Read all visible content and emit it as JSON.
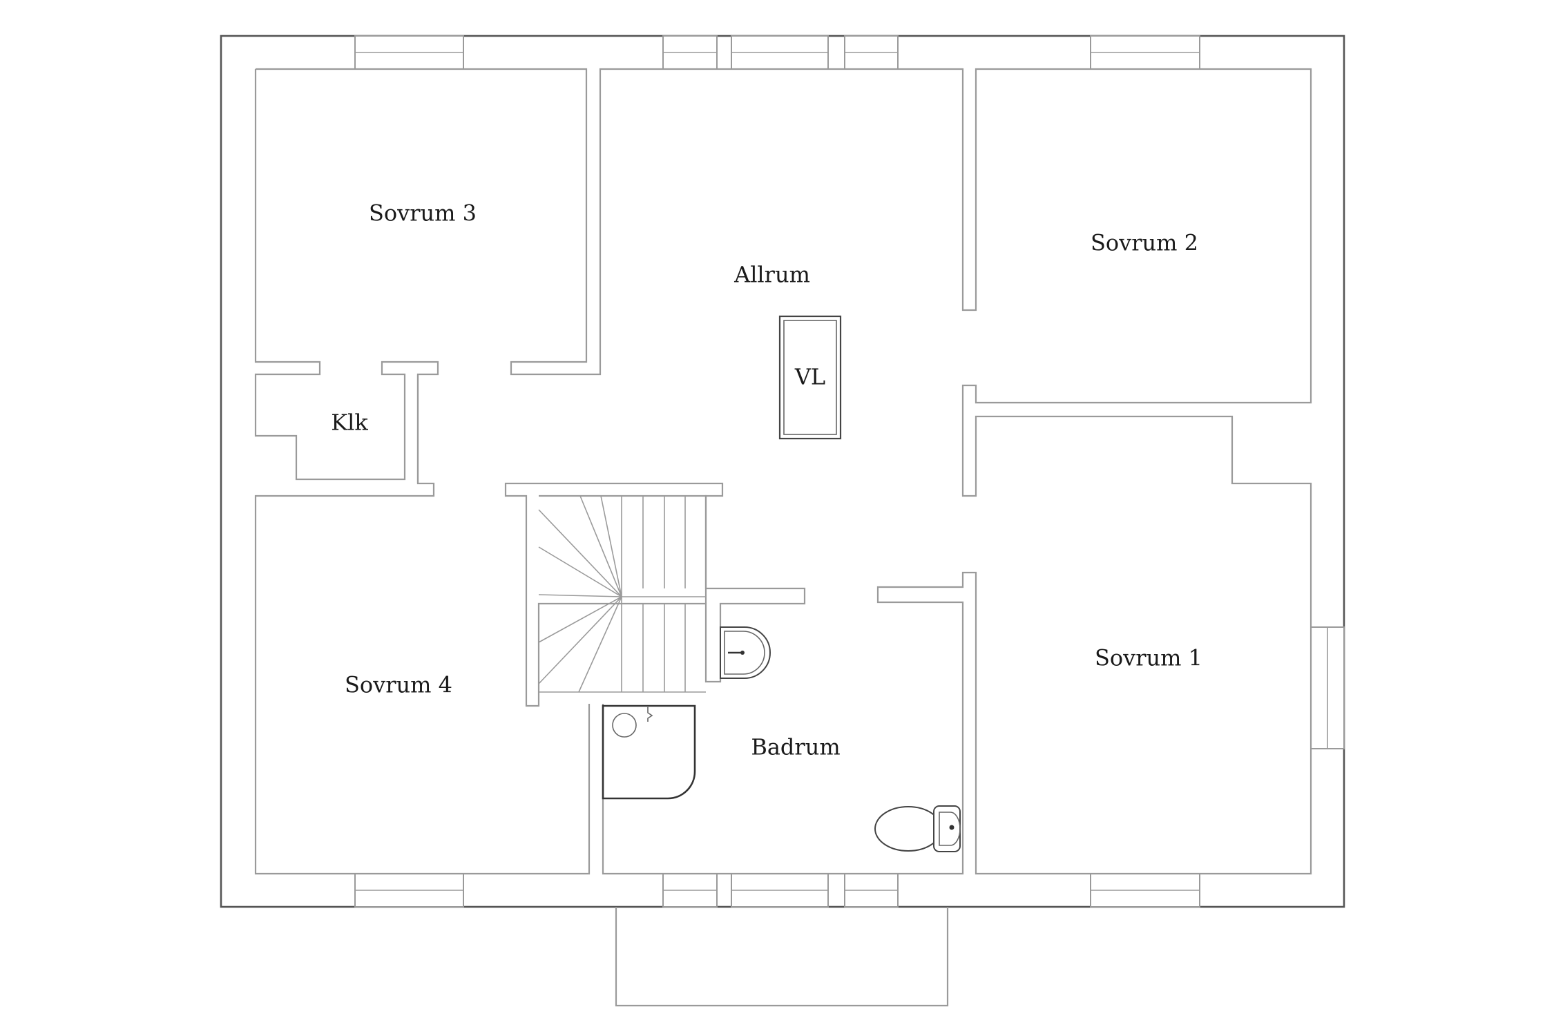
{
  "plan": {
    "rooms": {
      "sovrum3": "Sovrum 3",
      "allrum": "Allrum",
      "sovrum2": "Sovrum 2",
      "vl": "VL",
      "klk": "Klk",
      "sovrum4": "Sovrum 4",
      "badrum": "Badrum",
      "sovrum1": "Sovrum 1"
    }
  }
}
